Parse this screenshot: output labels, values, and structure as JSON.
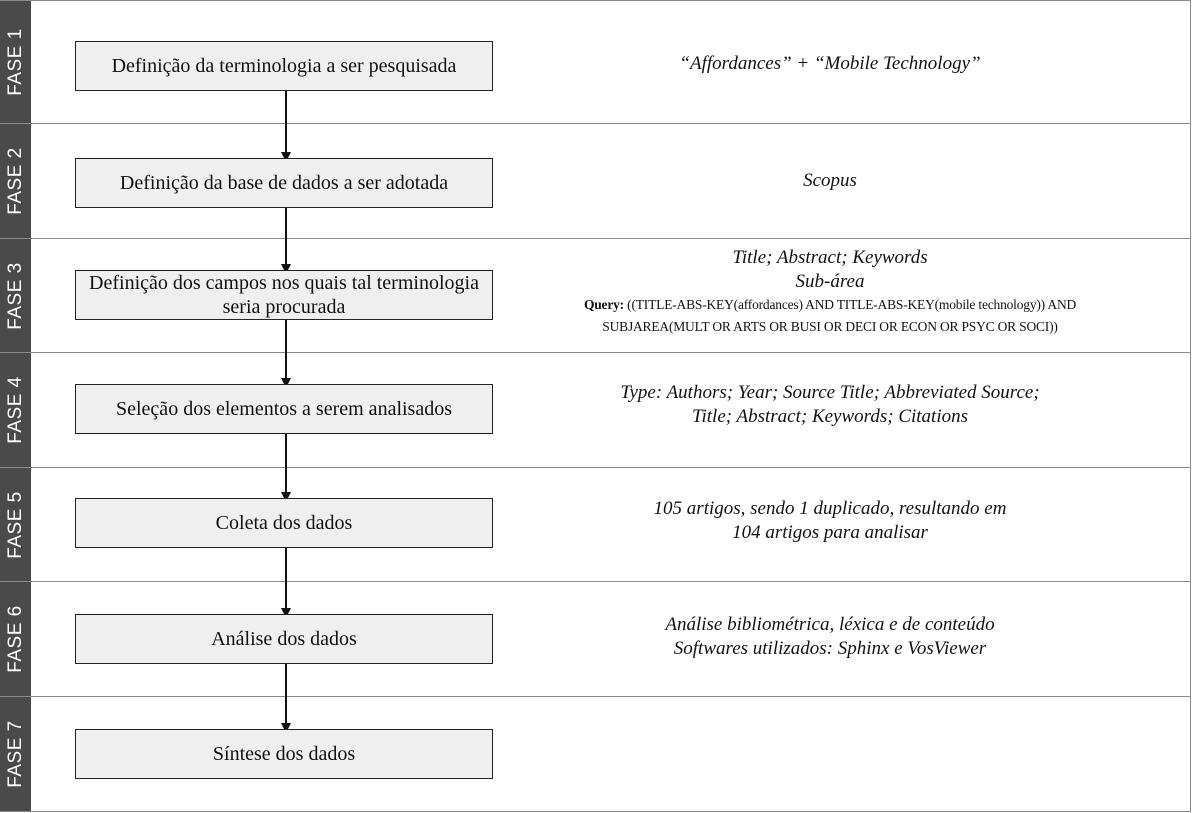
{
  "phases": [
    {
      "label": "FASE 1",
      "step": "Definição da terminologia a ser pesquisada",
      "description": [
        "“Affordances” + “Mobile Technology”"
      ]
    },
    {
      "label": "FASE 2",
      "step": "Definição da base de dados a ser adotada",
      "description": [
        "Scopus"
      ]
    },
    {
      "label": "FASE 3",
      "step": "Definição dos campos nos quais tal terminologia seria procurada",
      "description": [
        "Title; Abstract; Keywords",
        "Sub-área"
      ],
      "query_label": "Query:",
      "query_line1": "((TITLE-ABS-KEY(affordances) AND TITLE-ABS-KEY(mobile technology)) AND",
      "query_line2": "SUBJAREA(MULT OR ARTS OR BUSI OR DECI OR ECON OR PSYC OR SOCI))"
    },
    {
      "label": "FASE 4",
      "step": "Seleção dos elementos a serem analisados",
      "description": [
        "Type: Authors; Year; Source Title; Abbreviated Source;",
        "Title; Abstract; Keywords; Citations"
      ]
    },
    {
      "label": "FASE 5",
      "step": "Coleta dos dados",
      "description": [
        "105 artigos, sendo 1 duplicado, resultando em",
        "104 artigos para analisar"
      ]
    },
    {
      "label": "FASE 6",
      "step": "Análise dos dados",
      "description": [
        "Análise bibliométrica, léxica e de conteúdo",
        "Softwares utilizados: Sphinx e VosViewer"
      ]
    },
    {
      "label": "FASE 7",
      "step": "Síntese dos dados",
      "description": []
    }
  ]
}
